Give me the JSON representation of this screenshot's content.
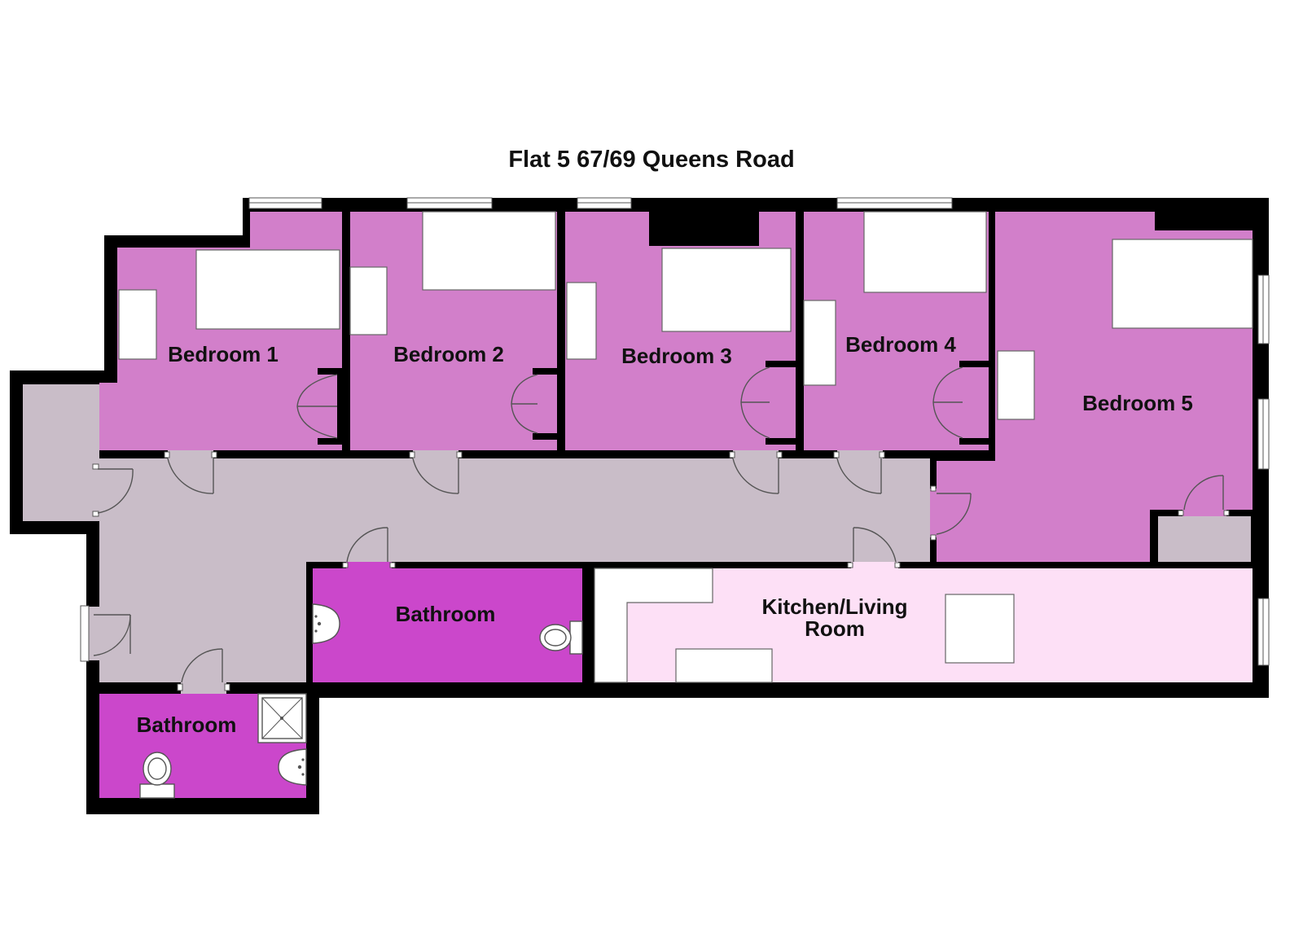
{
  "plan": {
    "title": "Flat 5 67/69 Queens Road",
    "rooms": {
      "bedroom1": "Bedroom 1",
      "bedroom2": "Bedroom 2",
      "bedroom3": "Bedroom 3",
      "bedroom4": "Bedroom 4",
      "bedroom5": "Bedroom 5",
      "bathroom_main": "Bathroom",
      "bathroom_ensuite": "Bathroom",
      "kitchen_line1": "Kitchen/Living",
      "kitchen_line2": "Room"
    }
  },
  "colors": {
    "bedroom": "#d27fca",
    "hallway": "#c9bdc8",
    "bathroom": "#cb47cb",
    "kitchen": "#fde0f6",
    "wall": "#000000"
  }
}
